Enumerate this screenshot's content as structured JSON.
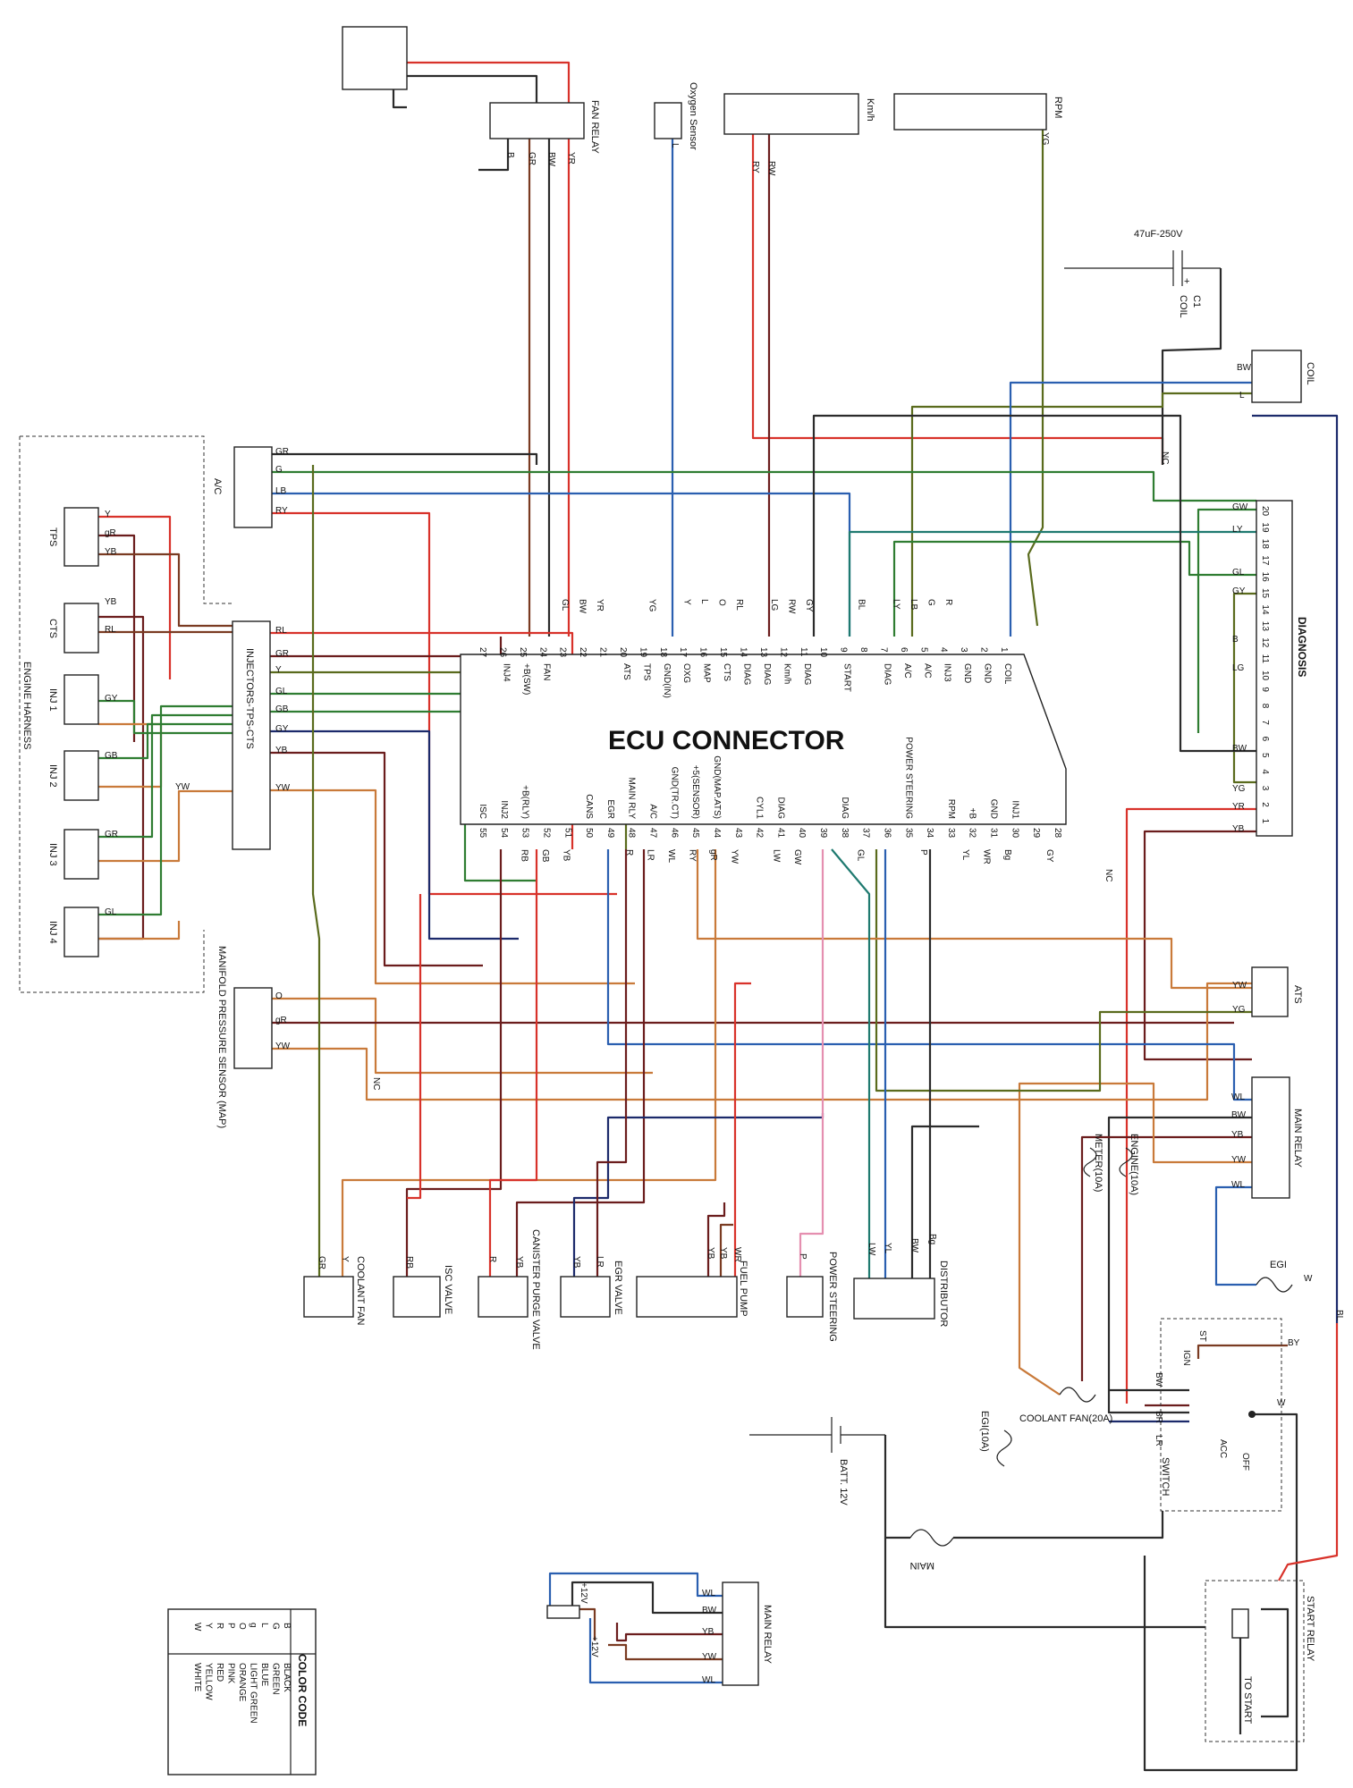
{
  "ecu": {
    "title": "ECU CONNECTOR",
    "top_pins": [
      {
        "n": "27",
        "sig": ""
      },
      {
        "n": "26",
        "sig": "INJ4"
      },
      {
        "n": "25",
        "sig": "+B(SW)"
      },
      {
        "n": "24",
        "sig": "FAN"
      },
      {
        "n": "23",
        "sig": ""
      },
      {
        "n": "22",
        "sig": ""
      },
      {
        "n": "21",
        "sig": ""
      },
      {
        "n": "20",
        "sig": "ATS"
      },
      {
        "n": "19",
        "sig": "TPS"
      },
      {
        "n": "18",
        "sig": "GND(IN)"
      },
      {
        "n": "17",
        "sig": "OXG"
      },
      {
        "n": "16",
        "sig": "MAP"
      },
      {
        "n": "15",
        "sig": "CTS"
      },
      {
        "n": "14",
        "sig": "DIAG"
      },
      {
        "n": "13",
        "sig": "DIAG"
      },
      {
        "n": "12",
        "sig": "Km/h"
      },
      {
        "n": "11",
        "sig": "DIAG"
      },
      {
        "n": "10",
        "sig": ""
      },
      {
        "n": "9",
        "sig": "START"
      },
      {
        "n": "8",
        "sig": ""
      },
      {
        "n": "7",
        "sig": "DIAG"
      },
      {
        "n": "6",
        "sig": "A/C"
      },
      {
        "n": "5",
        "sig": "A/C"
      },
      {
        "n": "4",
        "sig": "INJ3"
      },
      {
        "n": "3",
        "sig": "GND"
      },
      {
        "n": "2",
        "sig": "GND"
      },
      {
        "n": "1",
        "sig": "COIL"
      }
    ],
    "bottom_pins": [
      {
        "n": "55",
        "sig": "ISC"
      },
      {
        "n": "54",
        "sig": "INJ2"
      },
      {
        "n": "53",
        "sig": "+B(RLY)"
      },
      {
        "n": "52",
        "sig": ""
      },
      {
        "n": "51",
        "sig": ""
      },
      {
        "n": "50",
        "sig": "CANS"
      },
      {
        "n": "49",
        "sig": "EGR"
      },
      {
        "n": "48",
        "sig": "MAIN RLY"
      },
      {
        "n": "47",
        "sig": "A/C"
      },
      {
        "n": "46",
        "sig": "GND(TR.CT)"
      },
      {
        "n": "45",
        "sig": "+5(SENSOR)"
      },
      {
        "n": "44",
        "sig": "GND(MAP.ATS)"
      },
      {
        "n": "43",
        "sig": ""
      },
      {
        "n": "42",
        "sig": "CYL1"
      },
      {
        "n": "41",
        "sig": "DIAG"
      },
      {
        "n": "40",
        "sig": ""
      },
      {
        "n": "39",
        "sig": ""
      },
      {
        "n": "38",
        "sig": "DIAG"
      },
      {
        "n": "37",
        "sig": ""
      },
      {
        "n": "36",
        "sig": ""
      },
      {
        "n": "35",
        "sig": "POWER STEERING"
      },
      {
        "n": "34",
        "sig": ""
      },
      {
        "n": "33",
        "sig": "RPM"
      },
      {
        "n": "32",
        "sig": "+B"
      },
      {
        "n": "31",
        "sig": "GND"
      },
      {
        "n": "30",
        "sig": "INJ1"
      },
      {
        "n": "29",
        "sig": ""
      },
      {
        "n": "28",
        "sig": ""
      }
    ],
    "top_wire_codes": [
      "",
      "",
      "GL",
      "BW",
      "YR",
      "",
      "",
      "YG",
      "",
      "Y",
      "L",
      "O",
      "RL",
      "",
      "LG",
      "RW",
      "GY",
      "",
      "",
      "BL",
      "",
      "LY",
      "LB",
      "G",
      "R"
    ],
    "bottom_wire_codes": [
      "",
      "RB",
      "GB",
      "YB",
      "",
      "",
      "R",
      "LR",
      "WL",
      "RY",
      "gR",
      "YW",
      "",
      "LW",
      "GW",
      "",
      "",
      "GL",
      "",
      "",
      "P",
      "",
      "YL",
      "WR",
      "Bg",
      "",
      "GY"
    ],
    "nc_marks": [
      "NC",
      "NC",
      "NC"
    ]
  },
  "components": {
    "fan_relay": {
      "label": "FAN RELAY",
      "pins": [
        "B",
        "GR",
        "BW",
        "YR"
      ]
    },
    "oxygen_sensor": {
      "label": "Oxygen Sensor",
      "pin": "L"
    },
    "kmh": {
      "label": "Km/h",
      "pins": [
        "RY",
        "RW"
      ]
    },
    "rpm": {
      "label": "RPM",
      "pin": "YG"
    },
    "capacitor": {
      "value": "47uF-250V",
      "name": "C1",
      "sub": "COIL",
      "polarity": "+"
    },
    "coil": {
      "label": "COIL",
      "pins": [
        "BW",
        "L"
      ]
    },
    "diagnosis": {
      "label": "DIAGNOSIS",
      "pins_left": [
        "GW",
        "LY",
        "GL",
        "GY",
        "B",
        "LG",
        "BW",
        "YG",
        "YR",
        "YB"
      ],
      "numbers": [
        "20",
        "19",
        "18",
        "17",
        "16",
        "15",
        "14",
        "13",
        "12",
        "11",
        "10",
        "9",
        "8",
        "7",
        "6",
        "5",
        "4",
        "3",
        "2",
        "1"
      ]
    },
    "ac": {
      "label": "A/C",
      "pins": [
        "GR",
        "G",
        "LB",
        "RY"
      ]
    },
    "tps": {
      "label": "TPS",
      "pins": [
        "Y",
        "gR",
        "YB"
      ]
    },
    "cts": {
      "label": "CTS",
      "pins": [
        "YB",
        "RL"
      ]
    },
    "inj1": {
      "label": "INJ 1",
      "pins": [
        "GY"
      ]
    },
    "inj2": {
      "label": "INJ 2",
      "pins": [
        "GB",
        "YW"
      ]
    },
    "inj3": {
      "label": "INJ 3",
      "pins": [
        "GR"
      ]
    },
    "inj4": {
      "label": "INJ 4",
      "pins": [
        "GL"
      ]
    },
    "engine_harness": {
      "label": "ENGINE HARNESS"
    },
    "injectors_conn": {
      "label": "INJECTORS-TPS-CTS",
      "pins": [
        "RL",
        "GR",
        "Y",
        "GL",
        "GB",
        "GY",
        "YB",
        "YW"
      ]
    },
    "map_sensor": {
      "label": "MANIFOLD PRESSURE SENSOR (MAP)",
      "pins": [
        "O",
        "gR",
        "YW"
      ],
      "nc": "NC"
    },
    "ats": {
      "label": "ATS",
      "pins": [
        "YW",
        "YG"
      ]
    },
    "main_relay": {
      "label": "MAIN RELAY",
      "pins": [
        "WL",
        "BW",
        "YB",
        "YW",
        "WL"
      ]
    },
    "fuse_meter": {
      "label": "METER(10A)"
    },
    "fuse_engine": {
      "label": "ENGINE(10A)"
    },
    "fuse_egi": {
      "label": "EGI",
      "pin": "W"
    },
    "fuse_coolant": {
      "label": "COOLANT FAN(20A)"
    },
    "fuse_egi10": {
      "label": "EGI(10A)"
    },
    "fuse_main": {
      "label": "MAIN"
    },
    "switch": {
      "label": "SWITCH",
      "positions": [
        "ST",
        "IGN",
        "ACC",
        "OFF"
      ],
      "pins": [
        "BY",
        "BW",
        "BR",
        "LR",
        "W"
      ]
    },
    "battery": {
      "label": "BATT. 12V"
    },
    "start_relay": {
      "label": "START RELAY",
      "sub": "TO START"
    },
    "main_relay2": {
      "label": "MAIN RELAY",
      "pins": [
        "WL",
        "BW",
        "YB",
        "YW",
        "WL"
      ],
      "v1": "+12V",
      "v2": "+12V"
    },
    "coolant_fan": {
      "label": "COOLANT FAN",
      "pins": [
        "GR",
        "Y"
      ]
    },
    "isc_valve": {
      "label": "ISC VALVE",
      "pin": "RB"
    },
    "canister": {
      "label": "CANISTER PURGE VALVE",
      "pins": [
        "R",
        "YB"
      ]
    },
    "egr_valve": {
      "label": "EGR VALVE",
      "pins": [
        "YB",
        "LR"
      ]
    },
    "fuel_pump": {
      "label": "FUEL PUMP",
      "pins": [
        "YB",
        "YB",
        "WR"
      ]
    },
    "power_steering": {
      "label": "POWER STEERING",
      "pin": "P"
    },
    "distributor": {
      "label": "DISTRIBUTOR",
      "pins": [
        "LW",
        "YL",
        "BW",
        "Bg"
      ]
    },
    "bl_label": "BL"
  },
  "color_code": {
    "title": "COLOR CODE",
    "entries": [
      {
        "code": "B",
        "name": "BLACK"
      },
      {
        "code": "G",
        "name": "GREEN"
      },
      {
        "code": "L",
        "name": "BLUE"
      },
      {
        "code": "g",
        "name": "LIGHT GREEN"
      },
      {
        "code": "O",
        "name": "ORANGE"
      },
      {
        "code": "P",
        "name": "PINK"
      },
      {
        "code": "R",
        "name": "RED"
      },
      {
        "code": "Y",
        "name": "YELLOW"
      },
      {
        "code": "W",
        "name": "WHITE"
      }
    ]
  },
  "wire_colors": {
    "black": "#2b2b2b",
    "red": "#d8322a",
    "blue": "#2a5fb0",
    "green": "#2f7d32",
    "brown": "#7a3b22",
    "orange": "#c97a3a",
    "yellowgreen": "#7a8a2a",
    "pink": "#e58fb0",
    "navy": "#1c2a6b",
    "maroon": "#6b1d1d",
    "olive": "#5a6b1d",
    "teal": "#1f7a70"
  }
}
